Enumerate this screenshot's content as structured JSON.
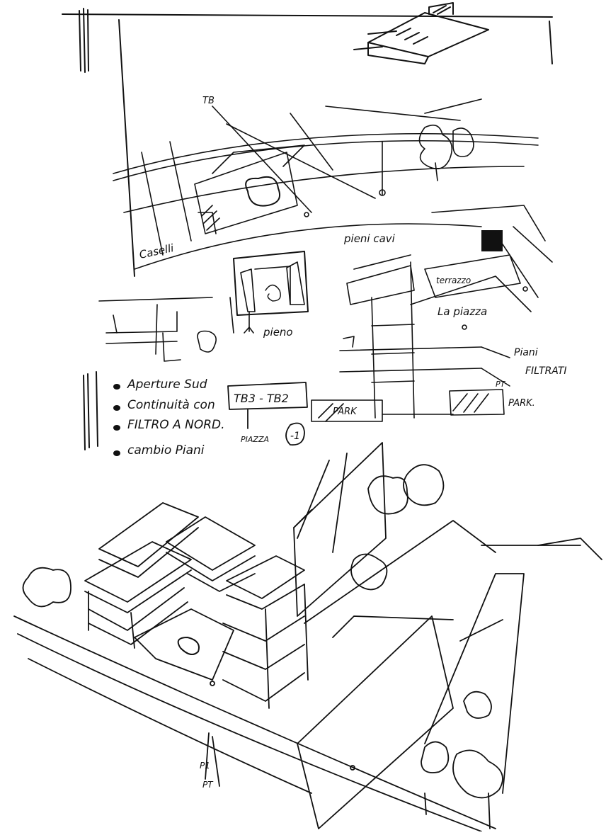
{
  "sketch": {
    "labels": {
      "tb": "TB",
      "caselli": "Caselli",
      "pieni_cavi": "pieni cavi",
      "pieno": "pieno",
      "terrazzo": "terrazzo",
      "la_piazza": "La piazza",
      "piani_filtrati": "Piani",
      "filtrati": "FILTRATI",
      "pt": "PT",
      "park_left": "PARK",
      "park_right": "PARK.",
      "tb3_tb2": "TB3 - TB2",
      "piazza_minus1": "PIAZZA",
      "minus1": "-1",
      "p1": "P1",
      "pt_bottom": "PT"
    },
    "notes": [
      "Aperture Sud",
      "Continuità con",
      "FILTRO A NORD.",
      "cambio Piani"
    ]
  }
}
